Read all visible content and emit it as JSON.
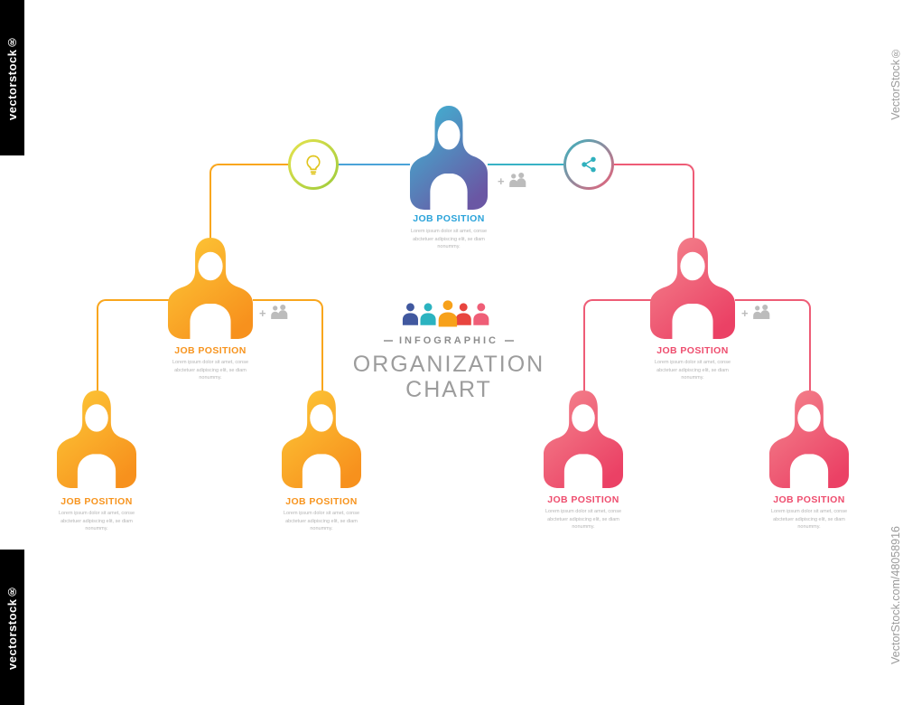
{
  "watermark": {
    "left_top": "vectorstock®",
    "left_bottom": "vectorstock®",
    "right_top": "VectorStock®",
    "right_bottom": "VectorStock.com/48058916"
  },
  "header": {
    "kicker": "INFOGRAPHIC",
    "title_line1": "ORGANIZATION",
    "title_line2": "CHART"
  },
  "lorem": "Lorem ipsum dolor sit amet, conse abctetuer adipiscing elit, se diam nonummy.",
  "nodes": {
    "top": {
      "label": "JOB POSITION",
      "theme": "blue"
    },
    "left_manager": {
      "label": "JOB POSITION",
      "theme": "orange"
    },
    "left_child_1": {
      "label": "JOB POSITION",
      "theme": "orange"
    },
    "left_child_2": {
      "label": "JOB POSITION",
      "theme": "orange"
    },
    "right_manager": {
      "label": "JOB POSITION",
      "theme": "pink"
    },
    "right_child_1": {
      "label": "JOB POSITION",
      "theme": "pink"
    },
    "right_child_2": {
      "label": "JOB POSITION",
      "theme": "pink"
    }
  },
  "icons": {
    "left_badge": "lightbulb-icon",
    "right_badge": "share-network-icon",
    "node_extra": "add-team-members-icon",
    "center": "team-icon"
  },
  "colors": {
    "blue_top": "#3dbad6",
    "purple_bottom": "#6a57a4",
    "orange_light": "#fdca38",
    "orange": "#f7911d",
    "pink_light": "#f4878f",
    "pink": "#eb4165",
    "teal": "#35b5c1",
    "yellow_line": "#f9a61d",
    "pink_line": "#ee5c76",
    "blue_line": "#4aa3d8",
    "title_gray": "#9c9c9c",
    "lorem_gray": "#b4b4b4"
  }
}
